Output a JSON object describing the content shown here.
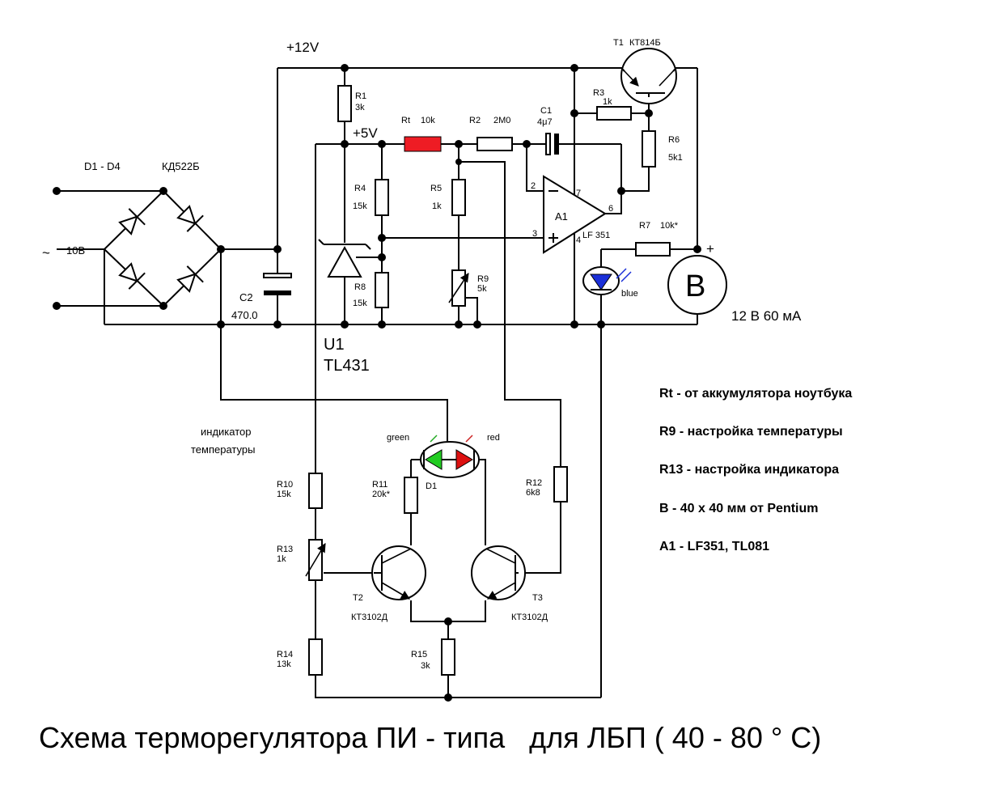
{
  "title": "Схема терморегулятора ПИ - типа   для ЛБП ( 40 - 80 ° С)",
  "power": {
    "v12": "+12V",
    "v5": "+5V",
    "ac_input": "10В",
    "ac_symbol": "~"
  },
  "bridge": {
    "name": "D1 - D4",
    "type": "КД522Б"
  },
  "components": {
    "r1": {
      "name": "R1",
      "value": "3k"
    },
    "rt": {
      "name": "Rt",
      "value": "10k"
    },
    "r2": {
      "name": "R2",
      "value": "2M0"
    },
    "c1": {
      "name": "C1",
      "value": "4μ7"
    },
    "r3": {
      "name": "R3",
      "value": "1k"
    },
    "t1": {
      "name": "T1",
      "type": "КТ814Б"
    },
    "r6": {
      "name": "R6",
      "value": "5k1"
    },
    "r4": {
      "name": "R4",
      "value": "15k"
    },
    "r5": {
      "name": "R5",
      "value": "1k"
    },
    "a1": {
      "name": "A1",
      "type": "LF 351",
      "pins": [
        "2",
        "7",
        "6",
        "3",
        "4"
      ]
    },
    "r7": {
      "name": "R7",
      "value": "10k*"
    },
    "r9": {
      "name": "R9",
      "value": "5k"
    },
    "r8": {
      "name": "R8",
      "value": "15k"
    },
    "c2": {
      "name": "C2",
      "value": "470.0"
    },
    "u1": {
      "name": "U1",
      "type": "TL431"
    },
    "led_blue": {
      "label": "blue"
    },
    "fan": {
      "name": "B",
      "spec": "12 В 60 мА",
      "plus": "+"
    },
    "d1": {
      "name": "D1",
      "green": "green",
      "red": "red"
    },
    "r10": {
      "name": "R10",
      "value": "15k"
    },
    "r11": {
      "name": "R11",
      "value": "20k*"
    },
    "r12": {
      "name": "R12",
      "value": "6k8"
    },
    "r13": {
      "name": "R13",
      "value": "1k"
    },
    "t2": {
      "name": "T2",
      "type": "КТ3102Д"
    },
    "t3": {
      "name": "T3",
      "type": "КТ3102Д"
    },
    "r14": {
      "name": "R14",
      "value": "13k"
    },
    "r15": {
      "name": "R15",
      "value": "3k"
    }
  },
  "indicator_label": [
    "индикатор",
    "температуры"
  ],
  "notes": [
    "Rt - от аккумулятора ноутбука",
    "R9 - настройка температуры",
    "R13 - настройка индикатора",
    "B - 40 x 40 мм от Pentium",
    "A1 - LF351, TL081"
  ],
  "colors": {
    "rt": "#ee1c24",
    "led_green": "#22cc22",
    "led_red": "#dd1111",
    "led_blue": "#1a2fd8",
    "arrow_green": "#22aa22",
    "arrow_red": "#cc2222",
    "arrow_blue": "#1a2fd8"
  }
}
